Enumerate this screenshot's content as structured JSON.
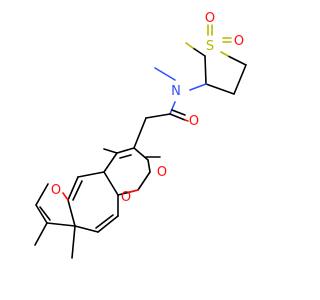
{
  "diagram": {
    "type": "skeletal-structure",
    "colors": {
      "bond": "#000000",
      "oxygen": "#ff0d0d",
      "nitrogen": "#3050f8",
      "sulfur": "#b8b800"
    }
  },
  "atoms": {
    "s": "S",
    "o_sulfone_top": "O",
    "o_sulfone_right": "O",
    "n_amide": "N",
    "o_amide": "O",
    "o_lactone_carbonyl": "O",
    "o_lactone_ring": "O",
    "o_furan": "O"
  }
}
